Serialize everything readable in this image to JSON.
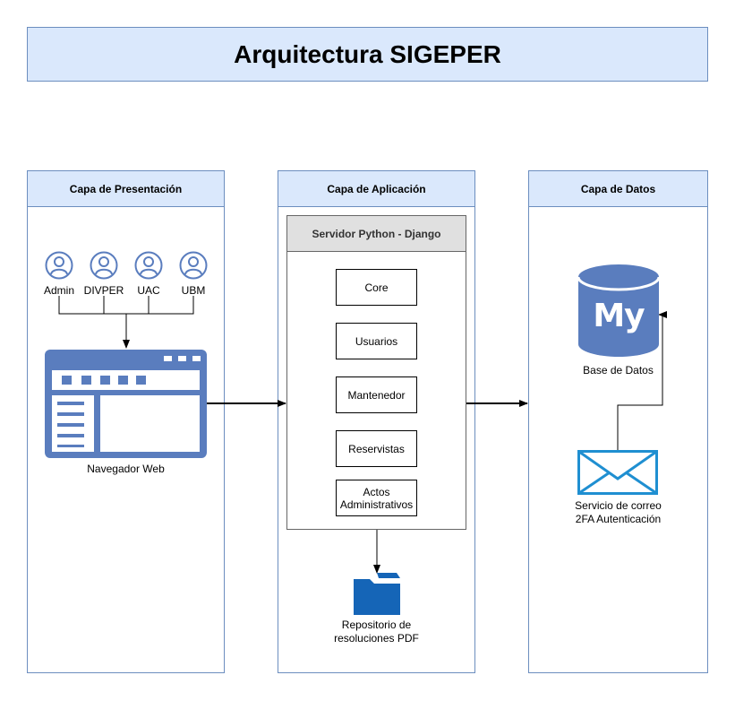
{
  "title": "Arquitectura SIGEPER",
  "columns": {
    "presentation": "Capa de Presentación",
    "application": "Capa de Aplicación",
    "data": "Capa de Datos"
  },
  "users": [
    "Admin",
    "DIVPER",
    "UAC",
    "UBM"
  ],
  "browser_label": "Navegador Web",
  "server": {
    "title": "Servidor Python - Django",
    "modules": [
      "Core",
      "Usuarios",
      "Mantenedor",
      "Reservistas",
      "Actos Administrativos"
    ]
  },
  "repository_label": "Repositorio de resoluciones PDF",
  "database": {
    "logo_text": "My",
    "label": "Base de Datos"
  },
  "mail_label": "Servicio de correo 2FA Autenticación",
  "colors": {
    "header_fill": "#dae8fc",
    "header_border": "#6c8ebf",
    "icon_blue": "#5a7dbe",
    "folder_blue": "#1565b7",
    "mail_blue": "#1f8fd1"
  }
}
